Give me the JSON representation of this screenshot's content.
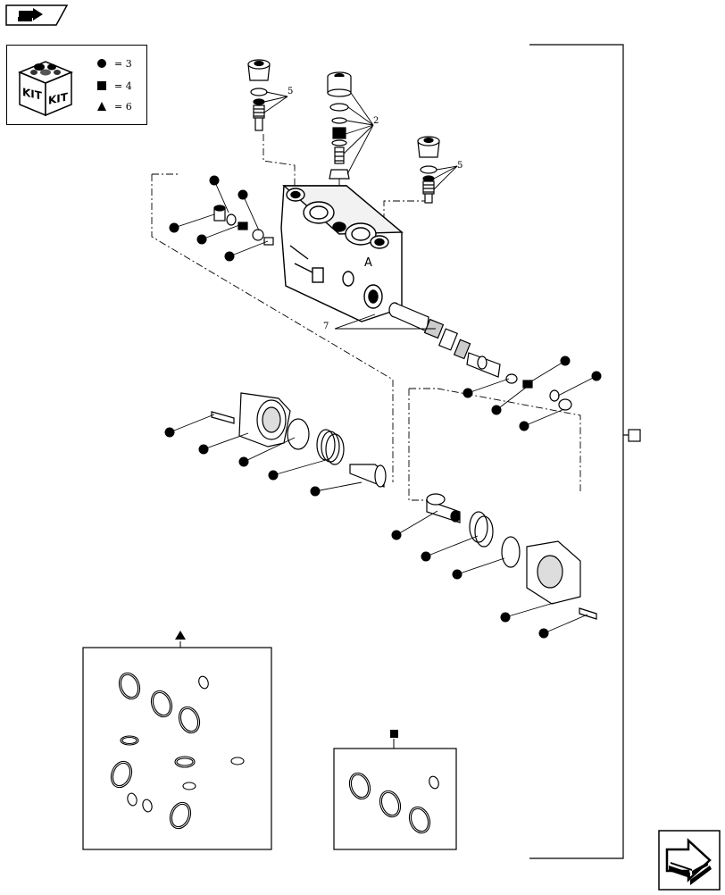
{
  "legend": {
    "kit_icon_label_1": "KIT",
    "kit_icon_label_2": "KIT",
    "rows": [
      {
        "symbol": "circle-icon",
        "text": "= 3"
      },
      {
        "symbol": "square-icon",
        "text": "= 4"
      },
      {
        "symbol": "triangle-icon",
        "text": "= 6"
      }
    ]
  },
  "callouts": {
    "relief_valve_left": "5",
    "relief_valve_center": "2",
    "relief_valve_right": "5",
    "spool_assembly": "7"
  },
  "valve_body_marking": "A",
  "bracket_marker_symbol": "empty-square-icon",
  "kits": {
    "triangle_kit_symbol": "triangle-icon",
    "square_kit_symbol": "square-icon"
  },
  "navigation": {
    "top_icon": "back-arrow-icon",
    "bottom_icon": "forward-arrow-icon"
  },
  "colors": {
    "ink": "#000000",
    "paper": "#ffffff",
    "shade": "#d9d9d9"
  }
}
